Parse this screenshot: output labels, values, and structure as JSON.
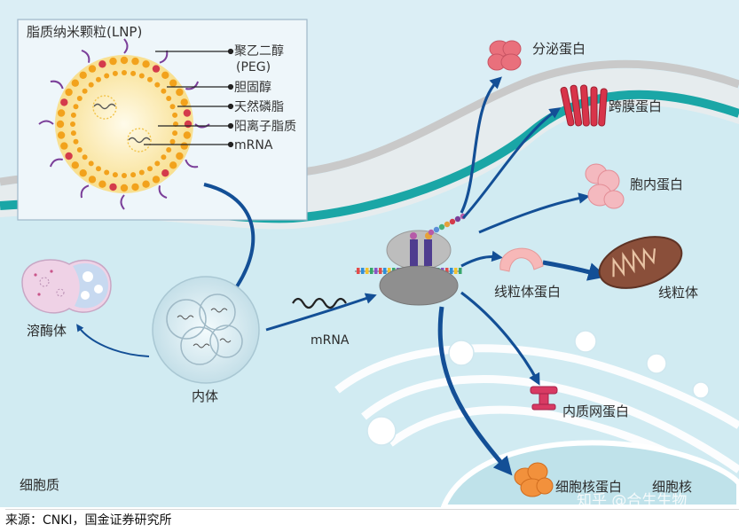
{
  "labels": {
    "lnp_box_title": "脂质纳米颗粒(LNP)",
    "peg_line1": "聚乙二醇",
    "peg_line2": "(PEG)",
    "cholesterol": "胆固醇",
    "phospholipid": "天然磷脂",
    "cationic_lipid": "阳离子脂质",
    "mrna_in_lnp": "mRNA",
    "secreted_protein": "分泌蛋白",
    "transmembrane_protein": "跨膜蛋白",
    "intracellular_protein": "胞内蛋白",
    "mitochondrial_protein": "线粒体蛋白",
    "mitochondrion": "线粒体",
    "lysosome": "溶酶体",
    "endosome": "内体",
    "mrna": "mRNA",
    "er_protein": "内质网蛋白",
    "nuclear_protein": "细胞核蛋白",
    "nucleus": "细胞核",
    "cytoplasm": "细胞质"
  },
  "watermark": "知乎 @合生生物",
  "source": "来源：CNKI，国金证券研究所",
  "colors": {
    "cytoplasm": "#d7eef4",
    "membrane_teal": "#1aa6a6",
    "membrane_gray": "#c9c9c9",
    "arrow_blue": "#134f96",
    "lnp_core": "#fbe7a6",
    "lipid_orange": "#f2a21c",
    "peg_purple": "#7b3f99",
    "lipid_red": "#d43b4b",
    "ribosome_gray": "#8a8a8a",
    "tm_protein_red": "#d8344a",
    "mito_brown": "#8a4f3a",
    "er_pink": "#d83a63",
    "nuclear_orange": "#f2913c",
    "secreted_pink": "#e9707c"
  }
}
